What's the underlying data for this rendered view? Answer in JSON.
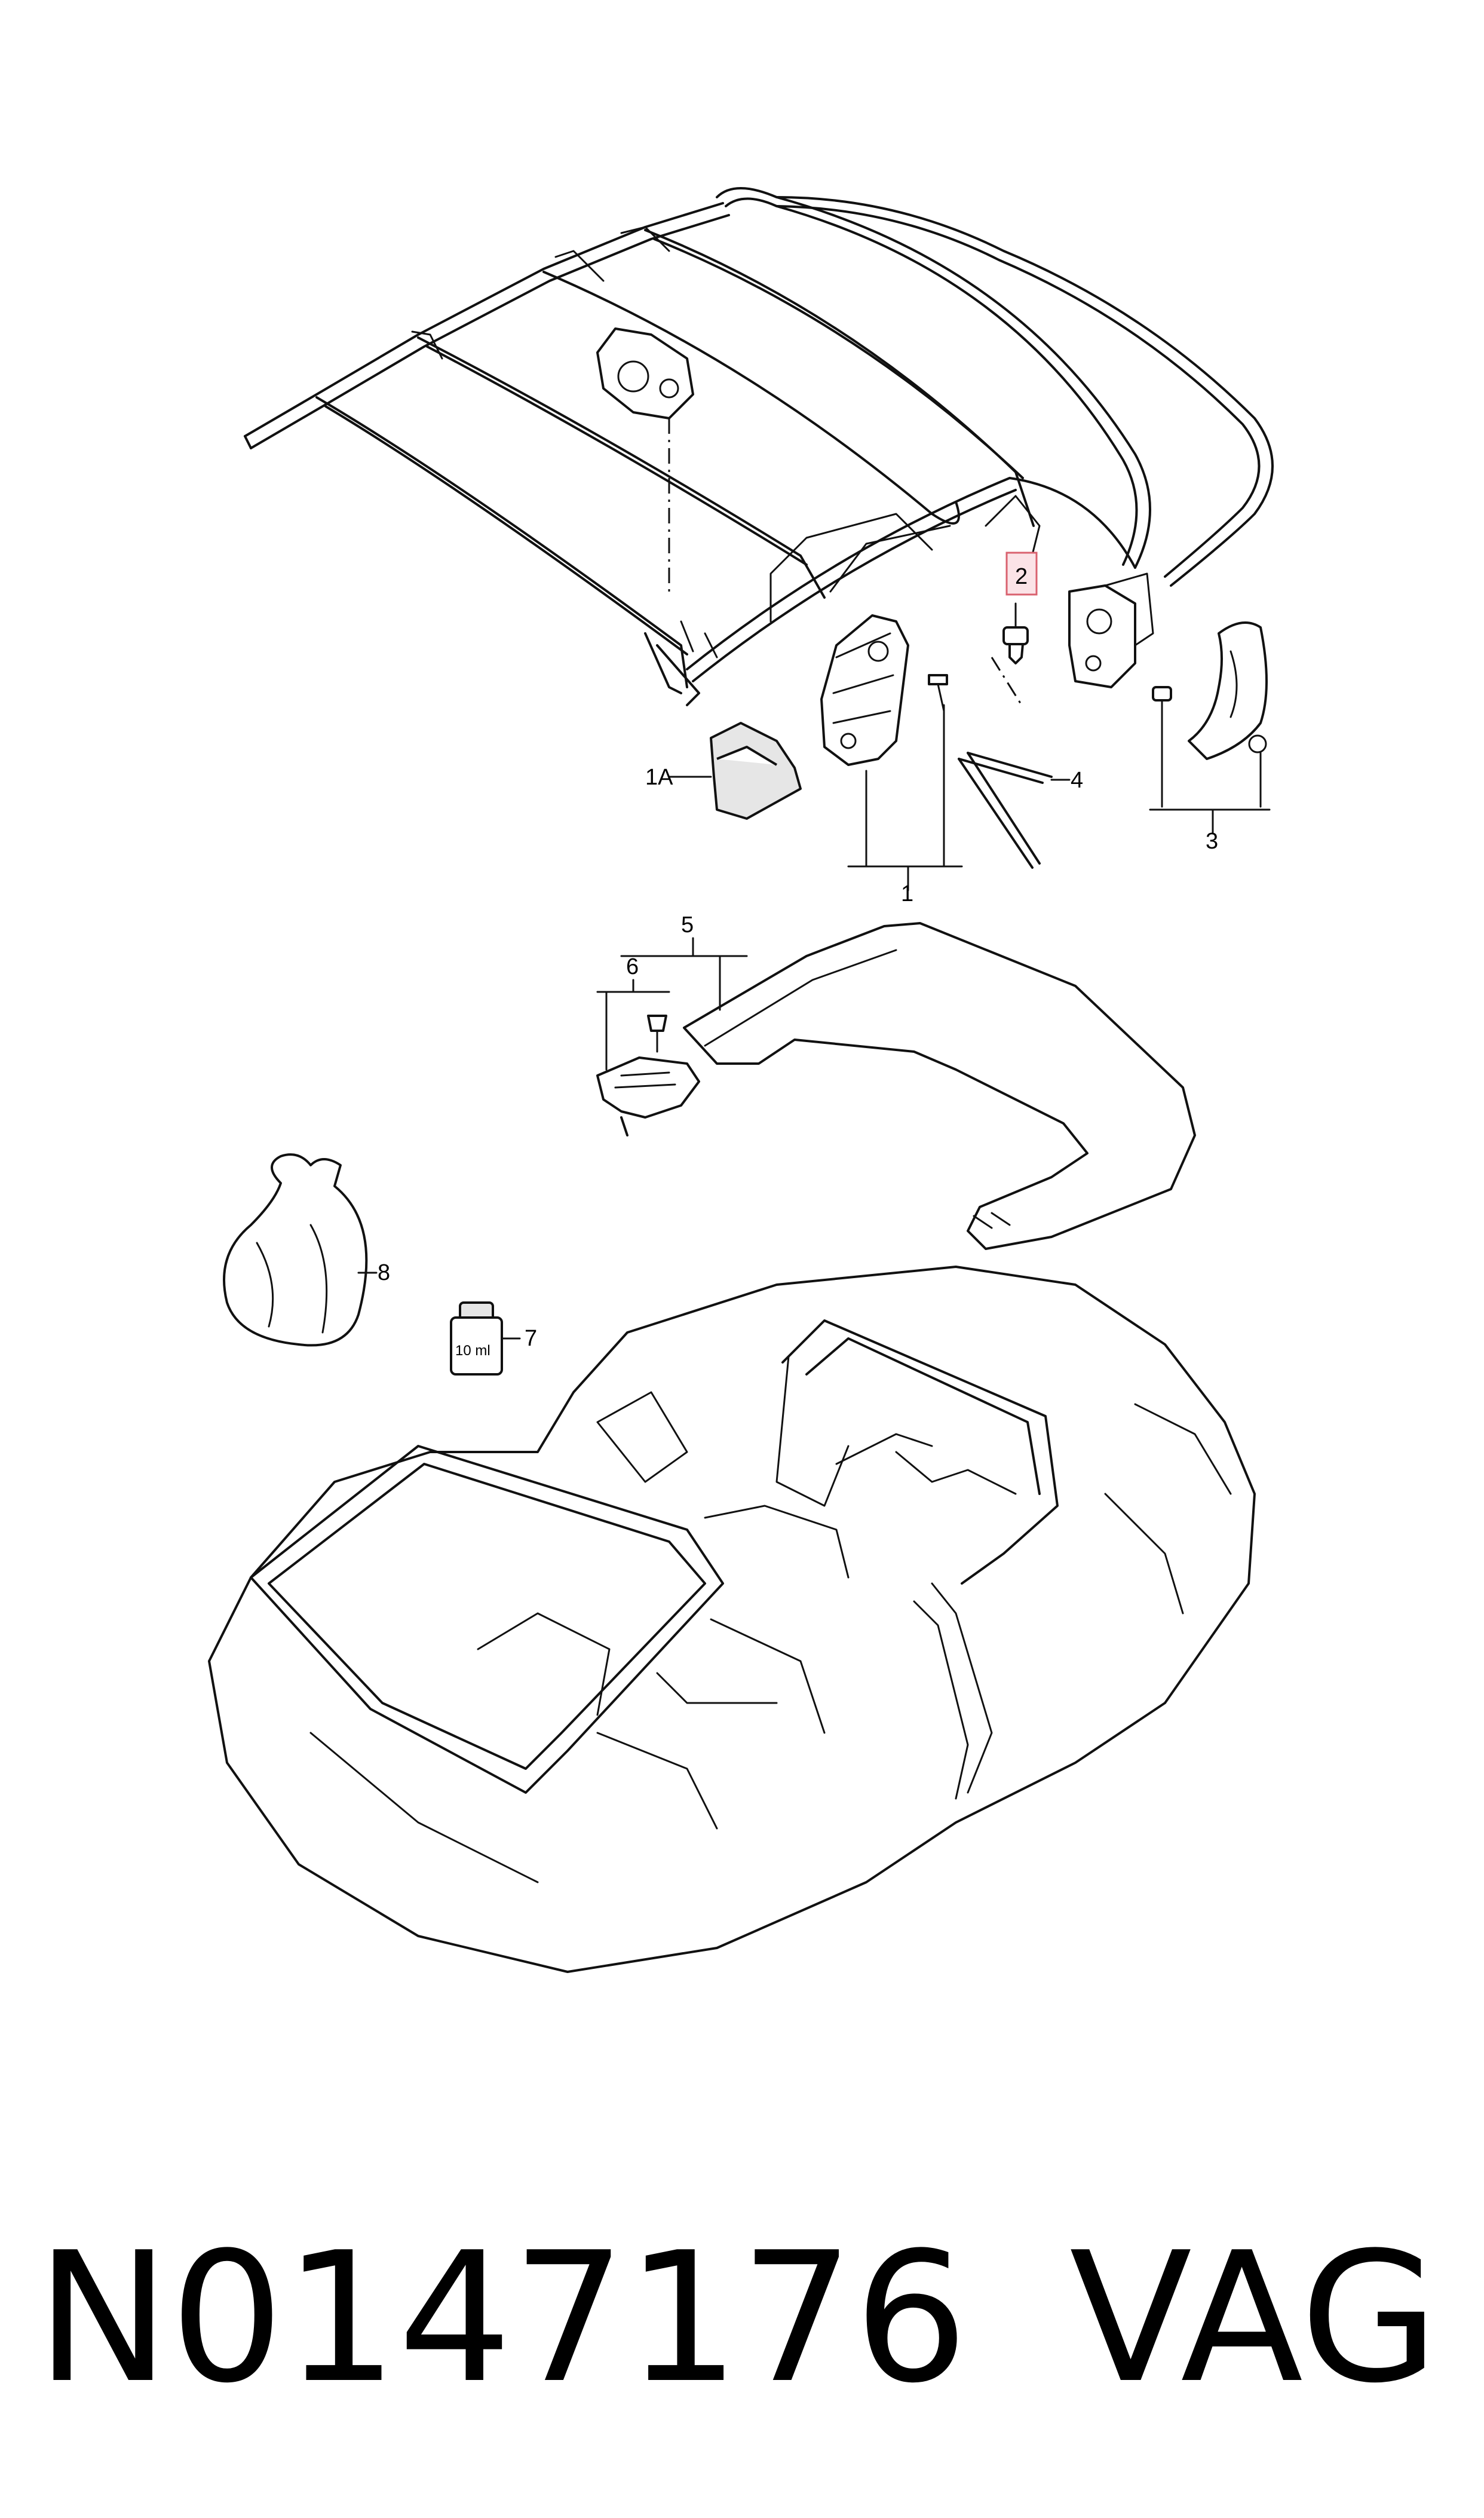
{
  "callouts": {
    "c1": "1",
    "c1a": "1A",
    "c2": "2",
    "c3": "3",
    "c4": "4",
    "c5": "5",
    "c6": "6",
    "c7": "7",
    "c8": "8",
    "volume_label": "10 ml"
  },
  "highlight": {
    "callout": "2",
    "color": "#fbe3e7",
    "border": "#d9626f"
  },
  "footer": {
    "part_number": "N0147176",
    "brand": "VAG"
  }
}
